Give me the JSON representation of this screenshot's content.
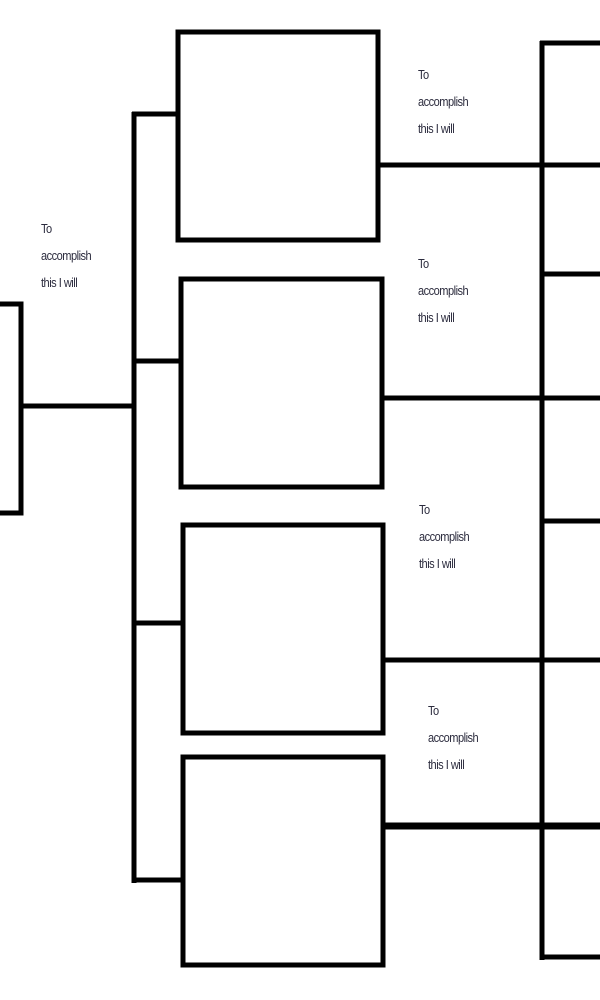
{
  "diagram": {
    "type": "goal-breakdown-tree",
    "labels": [
      {
        "line1": "To",
        "line2": "accomplish",
        "line3": "this I will"
      },
      {
        "line1": "To",
        "line2": "accomplish",
        "line3": "this I will"
      },
      {
        "line1": "To",
        "line2": "accomplish",
        "line3": "this I will"
      },
      {
        "line1": "To",
        "line2": "accomplish",
        "line3": "this I will"
      },
      {
        "line1": "To",
        "line2": "accomplish",
        "line3": "this I will"
      }
    ],
    "colors": {
      "line": "#000000",
      "text": "#2b2b3d"
    }
  }
}
